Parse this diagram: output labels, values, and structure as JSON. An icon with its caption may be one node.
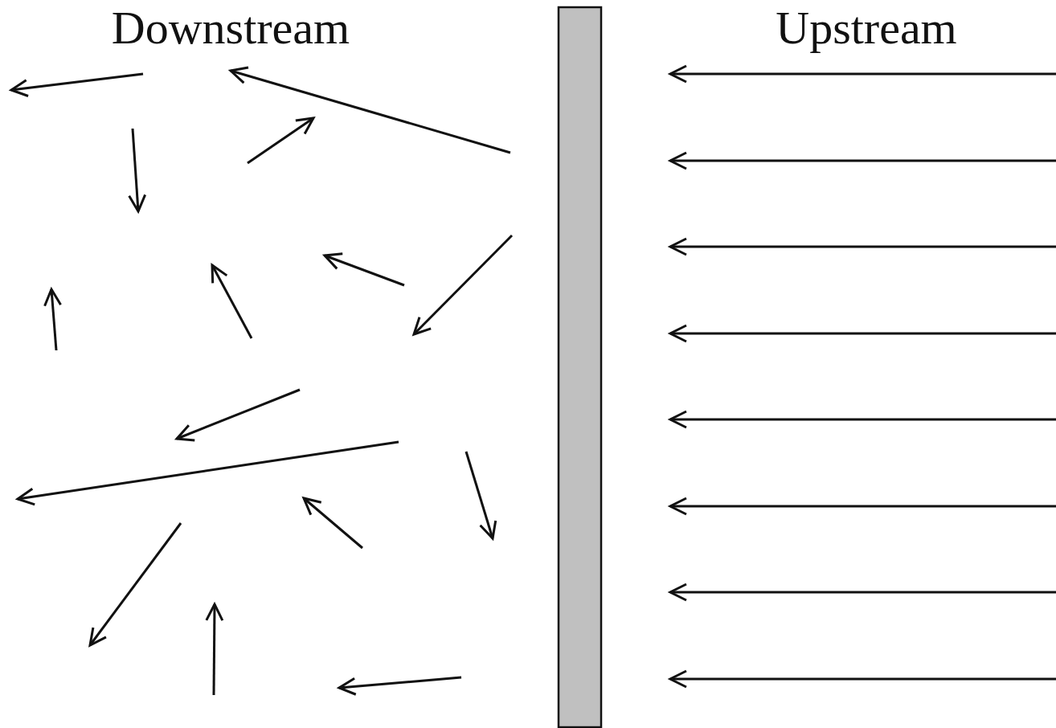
{
  "diagram": {
    "nodes": [
      {
        "text": [],
        "shape": "bar"
      }
    ],
    "labels": [
      "Downstream",
      "Upstream"
    ]
  }
}
